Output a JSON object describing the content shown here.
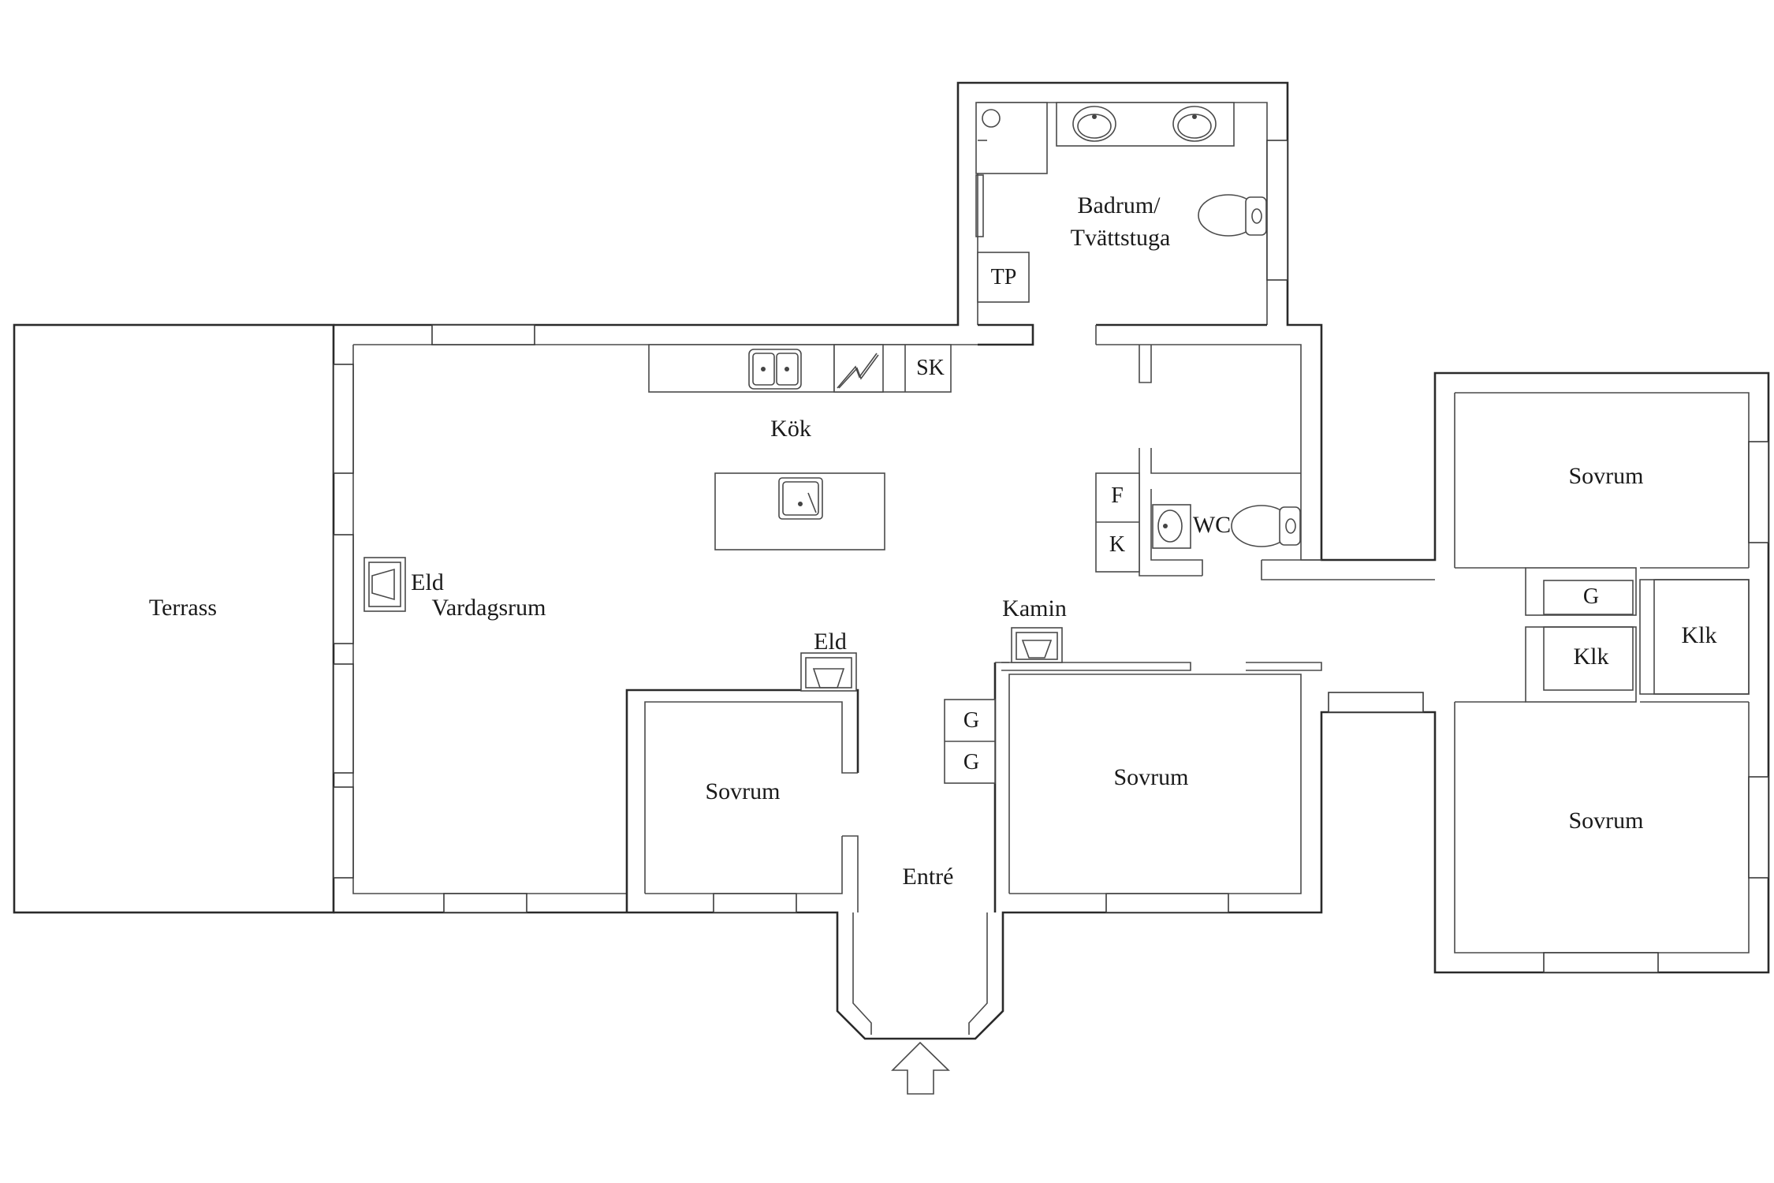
{
  "rooms": {
    "terrass": "Terrass",
    "kok": "Kök",
    "vardagsrum": "Vardagsrum",
    "badrum_line1": "Badrum/",
    "badrum_line2": "Tvättstuga",
    "entre": "Entré",
    "sovrum_1": "Sovrum",
    "sovrum_2": "Sovrum",
    "sovrum_3": "Sovrum",
    "sovrum_4": "Sovrum",
    "wc": "WC",
    "klk_1": "Klk",
    "klk_2": "Klk"
  },
  "fixtures": {
    "tp": "TP",
    "sk": "SK",
    "f": "F",
    "k": "K",
    "g_1": "G",
    "g_2": "G",
    "g_3": "G",
    "eld_1": "Eld",
    "eld_2": "Eld",
    "kamin": "Kamin"
  },
  "icons": {
    "entrance": "arrow-up-icon",
    "sink": "sink-icon",
    "toilet": "toilet-icon",
    "stove": "stove-icon",
    "fireplace": "fireplace-icon",
    "shower": "shower-icon"
  }
}
